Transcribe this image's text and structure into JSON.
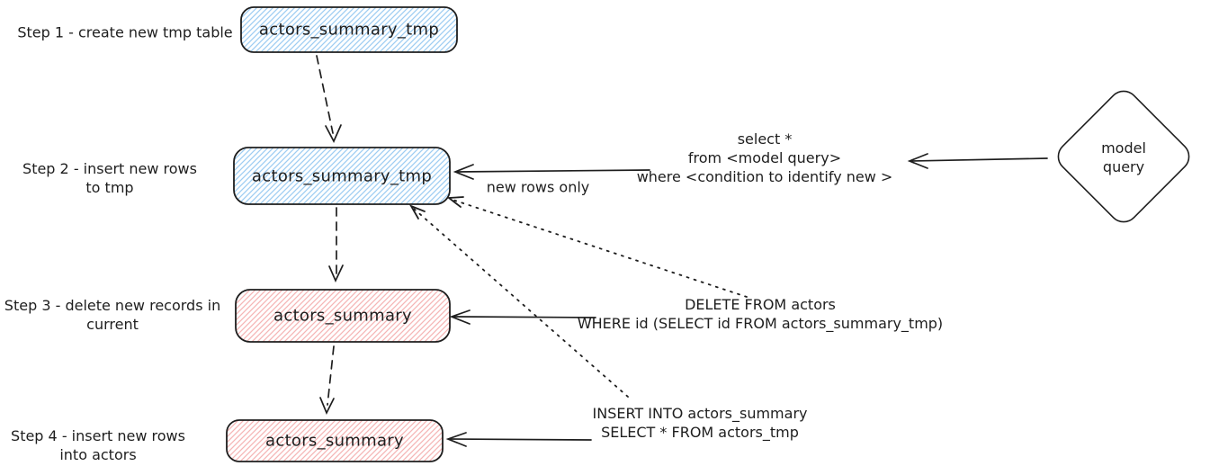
{
  "diagram": {
    "steps": [
      {
        "label": "Step 1 - create new tmp table",
        "box_label": "actors_summary_tmp"
      },
      {
        "label": "Step 2 - insert new rows\nto tmp",
        "box_label": "actors_summary_tmp"
      },
      {
        "label": "Step 3 - delete new records in\ncurrent",
        "box_label": "actors_summary"
      },
      {
        "label": "Step 4 - insert new rows\ninto actors",
        "box_label": "actors_summary"
      }
    ],
    "annotations": {
      "new_rows_only": "new rows only",
      "select_query": "select *\nfrom <model query>\nwhere <condition to identify new >",
      "delete_sql": "DELETE FROM actors\nWHERE id (SELECT id FROM actors_summary_tmp)",
      "insert_sql": "INSERT INTO actors_summary\nSELECT * FROM actors_tmp",
      "model_query_label": "model query"
    },
    "colors": {
      "stroke": "#1e1e1e",
      "blue_hatch": "#9ecdf2",
      "red_hatch": "#f5b5b5",
      "background": "#ffffff"
    }
  }
}
